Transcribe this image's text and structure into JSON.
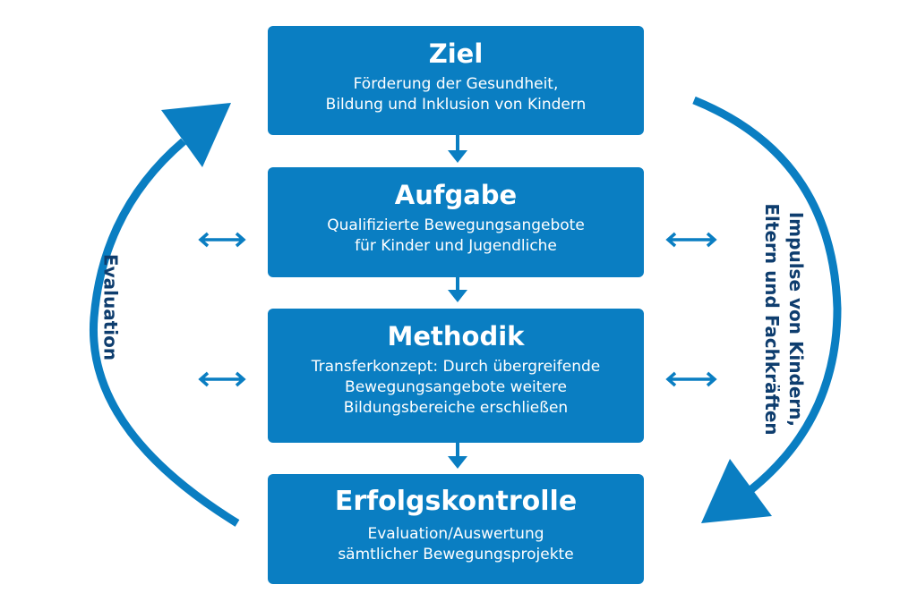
{
  "colors": {
    "box": "#0a7ec2",
    "text_dark": "#0e3d6e"
  },
  "boxes": [
    {
      "title": "Ziel",
      "lines": [
        "Förderung der Gesundheit,",
        "Bildung und Inklusion von Kindern"
      ]
    },
    {
      "title": "Aufgabe",
      "lines": [
        "Qualifizierte Bewegungsangebote",
        "für Kinder und Jugendliche"
      ]
    },
    {
      "title": "Methodik",
      "lines": [
        "Transferkonzept: Durch übergreifende",
        "Bewegungsangebote weitere",
        "Bildungsbereiche erschließen"
      ]
    },
    {
      "title": "Erfolgskontrolle",
      "lines": [
        "Evaluation/Auswertung",
        "sämtlicher Bewegungsprojekte"
      ]
    }
  ],
  "left_label": "Evaluation",
  "right_label": [
    "Impulse von Kindern,",
    "Eltern und Fachkräften"
  ]
}
